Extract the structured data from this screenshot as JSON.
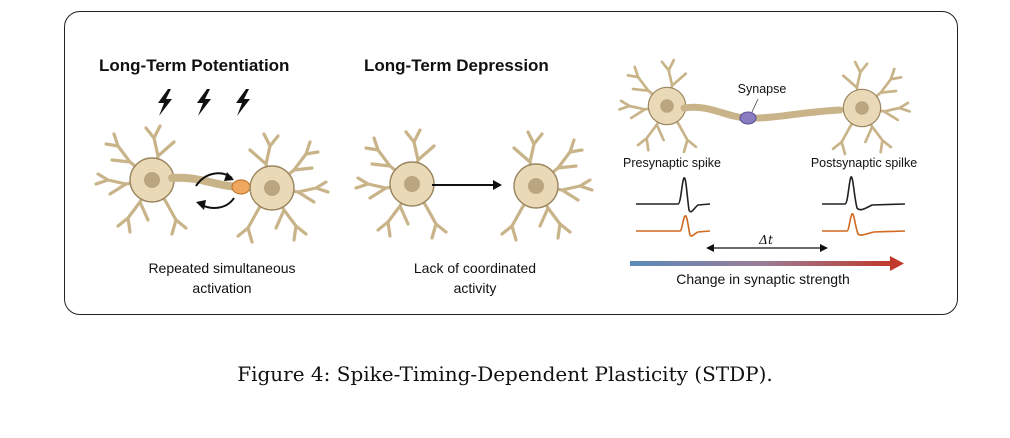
{
  "ltp": {
    "title": "Long-Term Potentiation",
    "desc_line1": "Repeated simultaneous",
    "desc_line2": "activation"
  },
  "ltd": {
    "title": "Long-Term Depression",
    "desc_line1": "Lack of coordinated",
    "desc_line2": "activity"
  },
  "stdp": {
    "synapse_label": "Synapse",
    "pre_label": "Presynaptic spike",
    "post_label": "Postsynaptic spilke",
    "delta_label": "Δt",
    "strength_label": "Change in synaptic strength"
  },
  "colors": {
    "spike_black": "#222222",
    "spike_orange": "#d2691e",
    "gradient_start": "#5b8ab8",
    "gradient_end": "#c0392b",
    "synapse_orange": "#f0a860",
    "synapse_purple": "#8a7cc0"
  },
  "caption": "Figure 4: Spike-Timing-Dependent Plasticity (STDP)."
}
